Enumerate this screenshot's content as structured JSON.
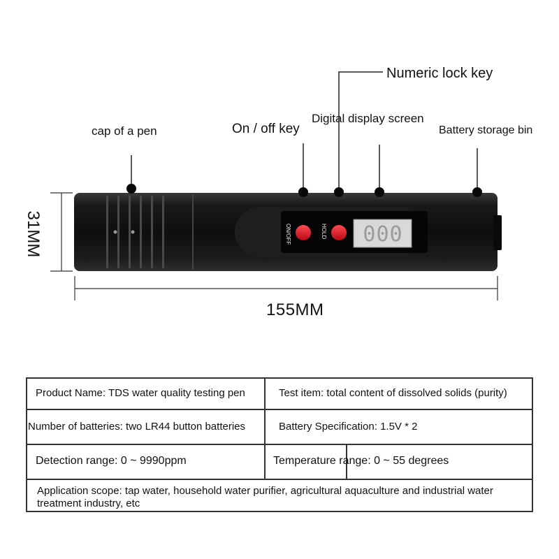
{
  "callouts": {
    "cap": "cap of a pen",
    "on_off_key": "On / off key",
    "display": "Digital display screen",
    "lock_key": "Numeric lock key",
    "battery_bin": "Battery storage bin"
  },
  "device": {
    "on_off_label": "ON/OFF",
    "hold_label": "HOLD",
    "readout": "000",
    "button_color": "#e3101e",
    "body_color": "#151515",
    "lcd_color": "#d9d9d9"
  },
  "dimensions": {
    "length": "155MM",
    "diameter": "31MM"
  },
  "spec": {
    "product_name": "Product Name: TDS water quality testing pen",
    "test_item": "Test item: total content of dissolved solids (purity)",
    "batteries": "Number of batteries: two LR44 button batteries",
    "battery_spec": "Battery Specification:  1.5V * 2",
    "detection_range": "Detection range:  0 ~ 9990ppm",
    "temperature_range": "Temperature range:  0 ~ 55 degrees",
    "application_scope": "Application scope: tap water, household water purifier, agricultural aquaculture and industrial water",
    "application_scope_cont": "treatment industry, etc"
  }
}
